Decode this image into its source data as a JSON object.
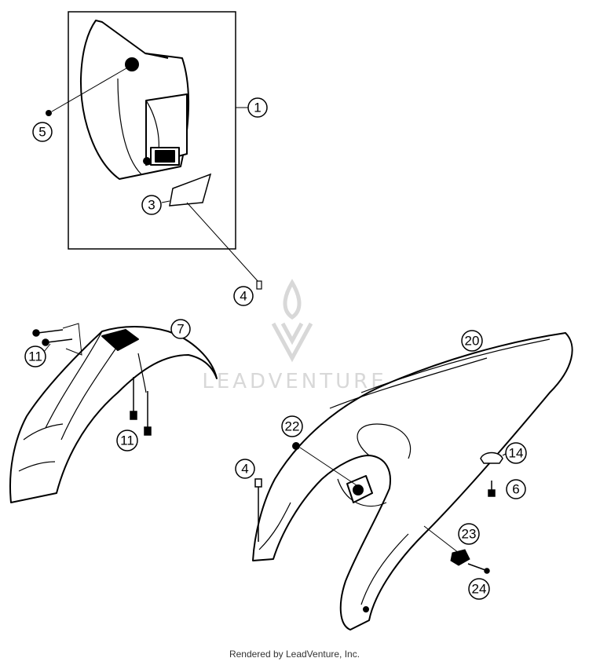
{
  "labels": {
    "p1": "1",
    "p3": "3",
    "p4a": "4",
    "p4b": "4",
    "p5": "5",
    "p6": "6",
    "p7": "7",
    "p11a": "11",
    "p11b": "11",
    "p14": "14",
    "p20": "20",
    "p22": "22",
    "p23": "23",
    "p24": "24"
  },
  "watermark": "LEADVENTURE",
  "footer": "Rendered by LeadVenture, Inc."
}
